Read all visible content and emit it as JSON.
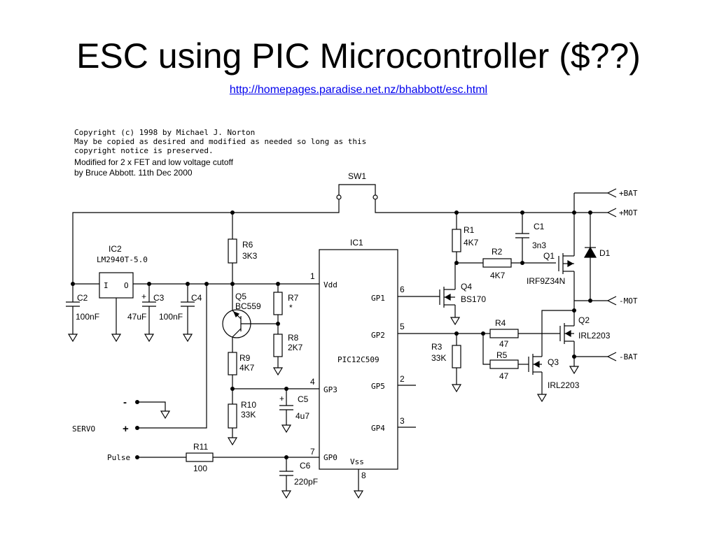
{
  "slide": {
    "title": "ESC using PIC Microcontroller ($??)",
    "link": "http://homepages.paradise.net.nz/bhabbott/esc.html"
  },
  "notes": {
    "copyright": [
      "Copyright (c) 1998 by Michael J. Norton",
      "May be copied as desired and modified as needed so long as this",
      "copyright notice is preserved."
    ],
    "modified": [
      "Modified for 2 x FET and low voltage cutoff",
      "by Bruce Abbott. 11th Dec 2000"
    ]
  },
  "labels": {
    "sw1": "SW1",
    "ic1": "IC1",
    "ic1_part": "PIC12C509",
    "ic2": "IC2",
    "ic2_part": "LM2940T-5.0",
    "ic2_in": "I",
    "ic2_out": "O",
    "pin_vdd": "Vdd",
    "pin_gp1": "GP1",
    "pin_gp2": "GP2",
    "pin_gp3": "GP3",
    "pin_gp5": "GP5",
    "pin_gp4": "GP4",
    "pin_gp0": "GP0",
    "pin_vss": "Vss",
    "pnum_1": "1",
    "pnum_6": "6",
    "pnum_5": "5",
    "pnum_4": "4",
    "pnum_2": "2",
    "pnum_3": "3",
    "pnum_7": "7",
    "pnum_8": "8",
    "c2": "C2",
    "c2v": "100nF",
    "c3": "C3",
    "c3v": "47uF",
    "c4": "C4",
    "c4v": "100nF",
    "c5": "C5",
    "c5v": "4u7",
    "c6": "C6",
    "c6v": "220pF",
    "c1": "C1",
    "c1v": "3n3",
    "r6": "R6",
    "r6v": "3K3",
    "r7": "R7",
    "r7v": "*",
    "r8": "R8",
    "r8v": "2K7",
    "r9": "R9",
    "r9v": "4K7",
    "r10": "R10",
    "r10v": "33K",
    "r11": "R11",
    "r11v": "100",
    "r1": "R1",
    "r1v": "4K7",
    "r2": "R2",
    "r2v": "4K7",
    "r3": "R3",
    "r3v": "33K",
    "r4": "R4",
    "r4v": "47",
    "r5": "R5",
    "r5v": "47",
    "q5": "Q5",
    "q5v": "BC559",
    "q4": "Q4",
    "q4v": "BS170",
    "q1": "Q1",
    "q1v": "IRF9Z34N",
    "q2": "Q2",
    "q2v": "IRL2203",
    "q3": "Q3",
    "q3v": "IRL2203",
    "d1": "D1",
    "plus_bat": "+BAT",
    "plus_mot": "+MOT",
    "minus_mot": "-MOT",
    "minus_bat": "-BAT",
    "servo": "SERVO",
    "servo_minus": "-",
    "servo_plus": "+",
    "pulse": "Pulse",
    "cap_plus": "+"
  }
}
